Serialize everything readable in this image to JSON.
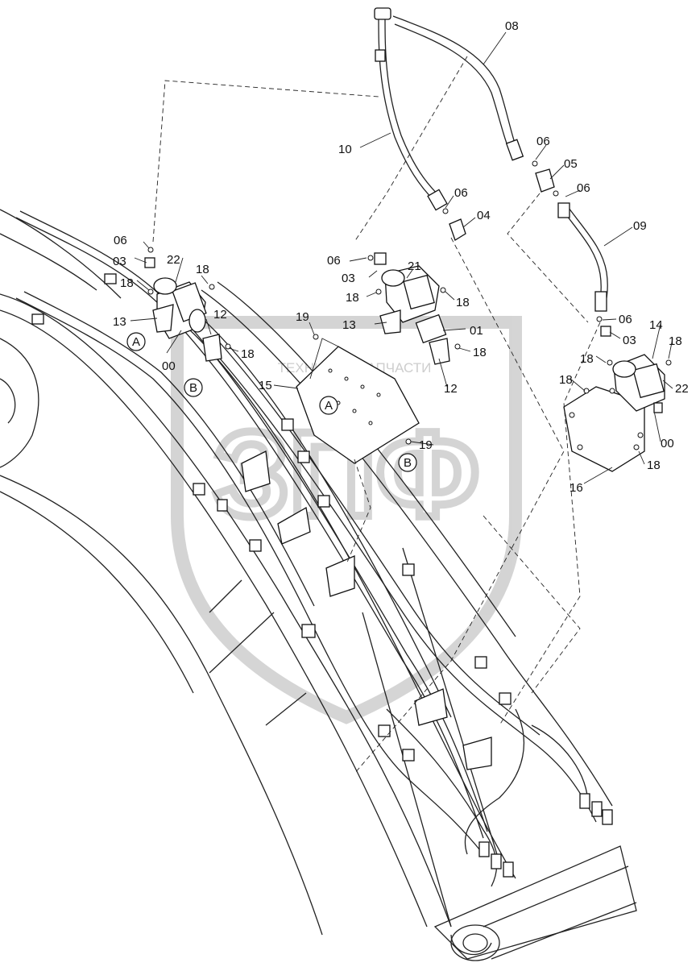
{
  "watermark": {
    "text": "ТЕХНИКА И ЗАПЧАСТИ",
    "logo": "ЗПФ",
    "color": "#c9c9c9"
  },
  "labels": {
    "l08": "08",
    "l10": "10",
    "l06a": "06",
    "l05": "05",
    "l06b": "06",
    "l06c": "06",
    "l04": "04",
    "l09": "09",
    "l06d": "06",
    "l22a": "22",
    "l03a": "03",
    "l18a": "18",
    "l18b": "18",
    "l13a": "13",
    "l12a": "12",
    "l00a": "00",
    "l18c": "18",
    "l06e": "06",
    "l21": "21",
    "l03b": "03",
    "l18d": "18",
    "l18e": "18",
    "l19a": "19",
    "l13b": "13",
    "l01": "01",
    "l18f": "18",
    "l15": "15",
    "l12b": "12",
    "l19b": "19",
    "l06f": "06",
    "l03c": "03",
    "l14": "14",
    "l18g": "18",
    "l18h": "18",
    "l22b": "22",
    "l18i": "18",
    "l00b": "00",
    "l18j": "18",
    "l16": "16"
  },
  "callouts": {
    "a1": "A",
    "b1": "B",
    "a2": "A",
    "b2": "B"
  }
}
